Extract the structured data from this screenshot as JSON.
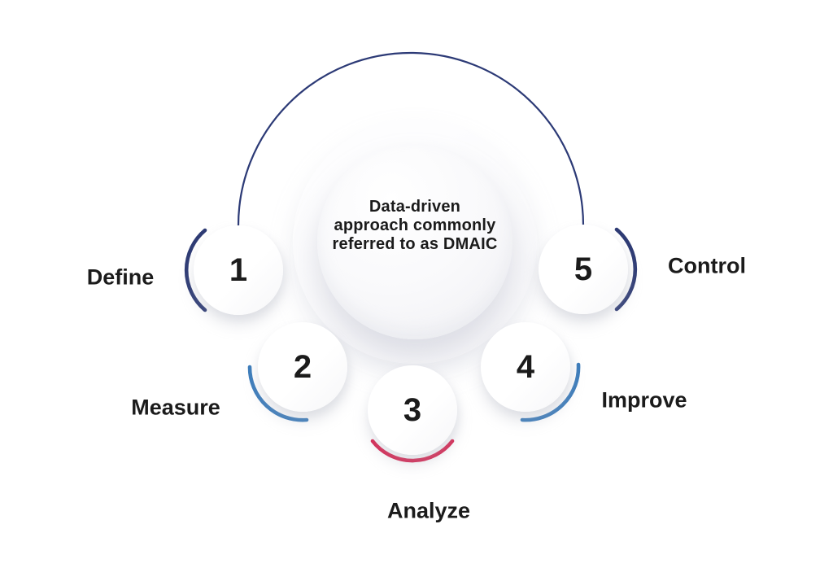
{
  "diagram": {
    "center_text": {
      "lines": {
        "0": "Data-driven",
        "1": "approach commonly",
        "2": "referred to as DMAIC"
      }
    },
    "steps": [
      {
        "number": "1",
        "label": "Define",
        "arc_color": "#2e3b74"
      },
      {
        "number": "2",
        "label": "Measure",
        "arc_color": "#3c7cbb"
      },
      {
        "number": "3",
        "label": "Analyze",
        "arc_color": "#d9204d"
      },
      {
        "number": "4",
        "label": "Improve",
        "arc_color": "#3c7cbb"
      },
      {
        "number": "5",
        "label": "Control",
        "arc_color": "#2e3b74"
      }
    ],
    "connector_color": "#2c3a76"
  },
  "colors": {
    "background": "#ffffff",
    "navy": "#2e3b74",
    "blue": "#3c7cbb",
    "crimson": "#d9204d",
    "text": "#1b1b1b",
    "circle_fill": "#ffffff"
  }
}
